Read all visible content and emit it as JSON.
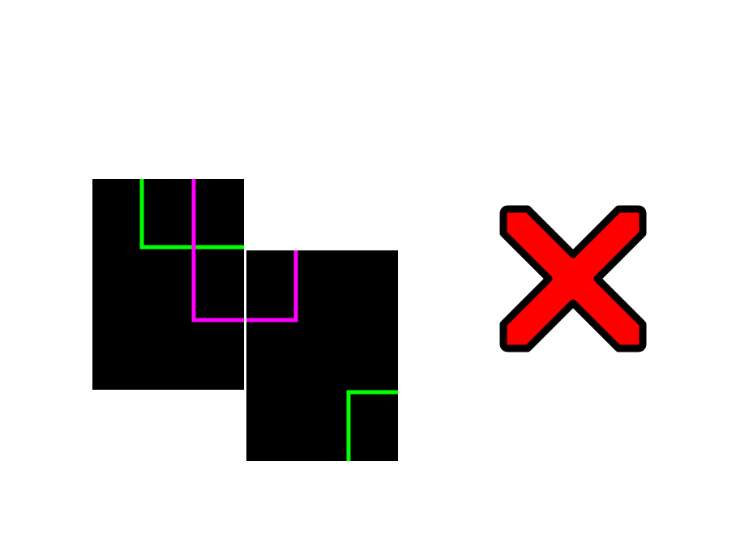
{
  "diagram": {
    "colors": {
      "background": "#ffffff",
      "tile": "#000000",
      "green_line": "#00ff00",
      "magenta_line": "#ff00ff",
      "mark_fill": "#ff0000",
      "mark_outline": "#000000"
    },
    "tiles": [
      {
        "id": "tile-left"
      },
      {
        "id": "tile-right"
      }
    ],
    "result_mark": {
      "icon": "red-x-icon",
      "meaning": "incorrect"
    }
  }
}
